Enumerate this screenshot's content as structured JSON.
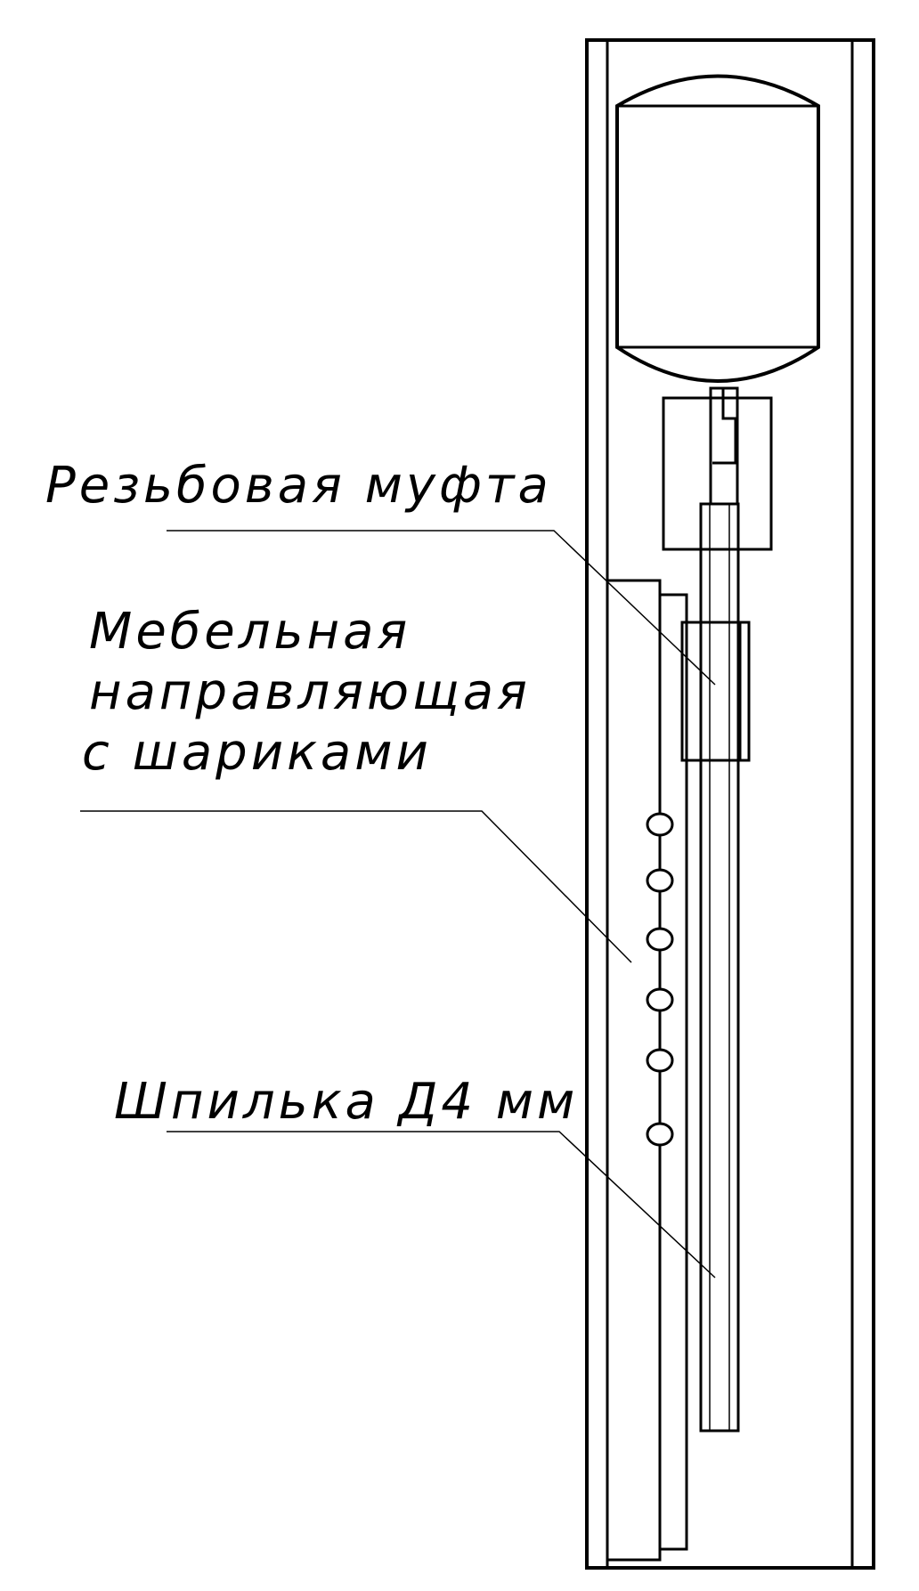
{
  "labels": {
    "coupling": "Резьбовая муфта",
    "guide_line1": "Мебельная",
    "guide_line2": "направляющая",
    "guide_line3": "с шариками",
    "stud": "Шпилька Д4 мм"
  },
  "colors": {
    "line": "#000000",
    "background": "#ffffff"
  },
  "ball_count": 6
}
